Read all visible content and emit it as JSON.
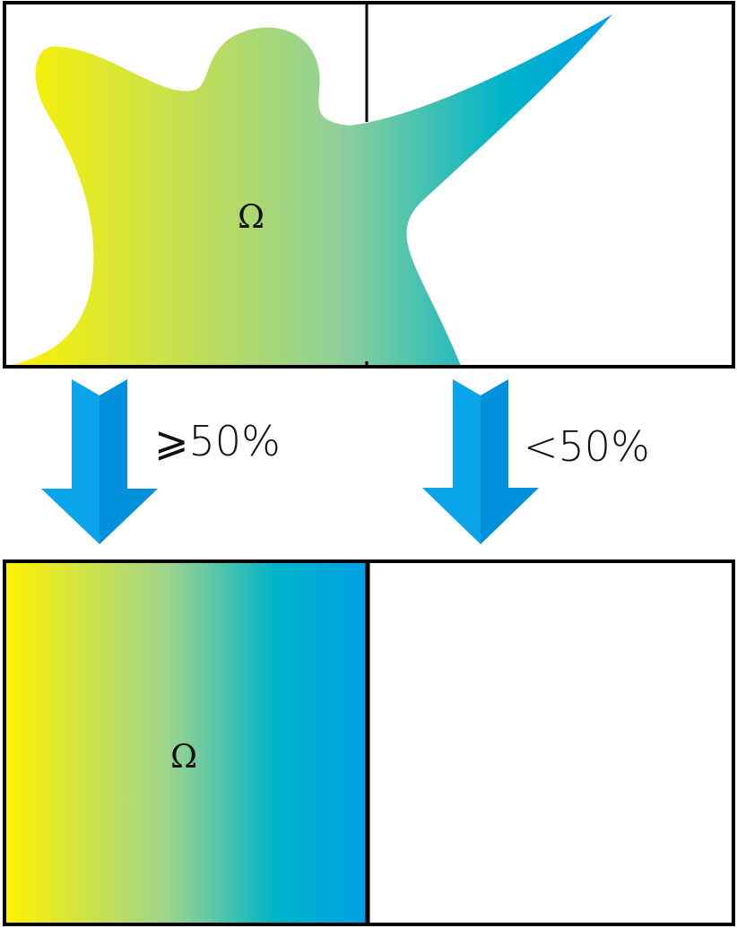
{
  "colors": {
    "gradient_start": "#fff200",
    "gradient_mid": "#8fcf9a",
    "gradient_teal": "#00b4c8",
    "gradient_end": "#00a0e6",
    "arrow_light": "#0aa4ea",
    "arrow_dark": "#0090dc",
    "frame": "#000000"
  },
  "top_panel": {
    "region_label": "Ω"
  },
  "arrows": {
    "left_label": "⩾50%",
    "right_label": "<50%"
  },
  "bottom_panel": {
    "region_label": "Ω"
  }
}
